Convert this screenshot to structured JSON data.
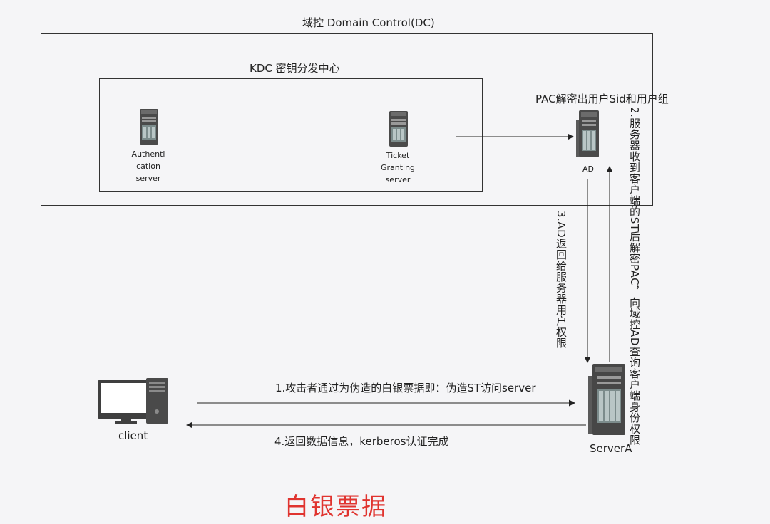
{
  "dc": {
    "label": "域控 Domain Control(DC)"
  },
  "kdc": {
    "label": "KDC  密钥分发中心"
  },
  "auth_server": {
    "line1": "Authenti",
    "line2": "cation",
    "line3": "server"
  },
  "tgs": {
    "line1": "Ticket",
    "line2": "Granting",
    "line3": "server"
  },
  "ad": {
    "label": "AD",
    "pac_label": "PAC解密出用户Sid和用户组"
  },
  "steps": {
    "step1": "1.攻击者通过为伪造的白银票据即：伪造ST访问server",
    "step2": "2.服务器收到客户端的ST后解密PAC，向域控AD查询客户端身份权限",
    "step3": "3.AD返回给服务器用户权限",
    "step4": "4.返回数据信息，kerberos认证完成"
  },
  "client": {
    "label": "client"
  },
  "server_a": {
    "label": "ServerA"
  },
  "title": "白银票据"
}
